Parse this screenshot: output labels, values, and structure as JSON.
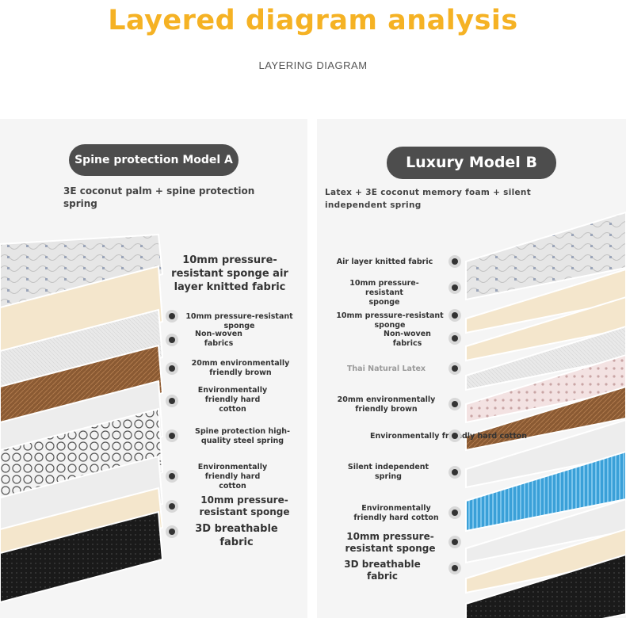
{
  "header": {
    "title": "Layered diagram analysis",
    "subtitle": "LAYERING DIAGRAM"
  },
  "colors": {
    "title": "#f5b224",
    "pill": "#4d4d4d",
    "panel_bg": "#f5f5f5",
    "fabric": "#dcdcdc",
    "foam": "#f4e6cc",
    "coir": "#8a5a33",
    "latex": "#f3e2e2",
    "pocket_spring": "#3aa0d8",
    "mesh": "#1a1a1a",
    "nonwoven": "#e9e9e9",
    "steel_spring": "#555555"
  },
  "model_a": {
    "name": "Spine protection Model A",
    "description": "3E coconut palm + spine protection spring",
    "layers": [
      {
        "label": "10mm pressure-\nresistant sponge air\nlayer knitted fabric",
        "size": "big"
      },
      {
        "label": "10mm pressure-resistant sponge",
        "size": "sm"
      },
      {
        "label": "Non-woven\nfabrics",
        "size": "sm"
      },
      {
        "label": "20mm environmentally\nfriendly brown",
        "size": "sm"
      },
      {
        "label": "Environmentally\nfriendly hard\ncotton",
        "size": "sm"
      },
      {
        "label": "Spine protection high-\nquality steel spring",
        "size": "sm"
      },
      {
        "label": "Environmentally\nfriendly hard\ncotton",
        "size": "sm"
      },
      {
        "label": "10mm pressure-\nresistant sponge",
        "size": "mid"
      },
      {
        "label": "3D breathable\nfabric",
        "size": "big"
      }
    ]
  },
  "model_b": {
    "name": "Luxury Model B",
    "description": "Latex + 3E coconut memory foam + silent independent spring",
    "layers": [
      {
        "label": "Air layer knitted fabric",
        "size": "sm"
      },
      {
        "label": "10mm pressure-resistant\nsponge",
        "size": "sm"
      },
      {
        "label": "10mm pressure-resistant sponge",
        "size": "sm"
      },
      {
        "label": "Non-woven\nfabrics",
        "size": "sm"
      },
      {
        "label": "Thai Natural Latex",
        "size": "sm",
        "grey": true
      },
      {
        "label": "20mm environmentally\nfriendly brown",
        "size": "sm"
      },
      {
        "label": "Environmentally friendly hard cotton",
        "size": "sm"
      },
      {
        "label": "Silent independent\nspring",
        "size": "sm"
      },
      {
        "label": "Environmentally\nfriendly hard cotton",
        "size": "sm"
      },
      {
        "label": "10mm pressure-\nresistant sponge",
        "size": "mid"
      },
      {
        "label": "3D breathable\nfabric",
        "size": "mid"
      }
    ]
  }
}
